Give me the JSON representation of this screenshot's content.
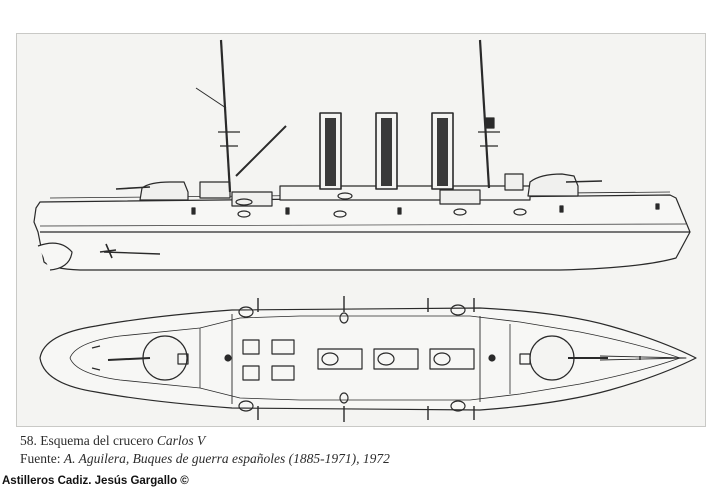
{
  "caption": {
    "line1_prefix": "58. Esquema del crucero ",
    "line1_ship": "Carlos V",
    "line2_label": "Fuente: ",
    "line2_source": "A. Aguilera, Buques de guerra españoles (1885-1971), 1972"
  },
  "credit": "Astilleros Cadiz. Jesús Gargallo ©",
  "colors": {
    "ink": "#2a2a2a",
    "paper": "#f4f4f2",
    "funnel": "#3a3a3a"
  }
}
